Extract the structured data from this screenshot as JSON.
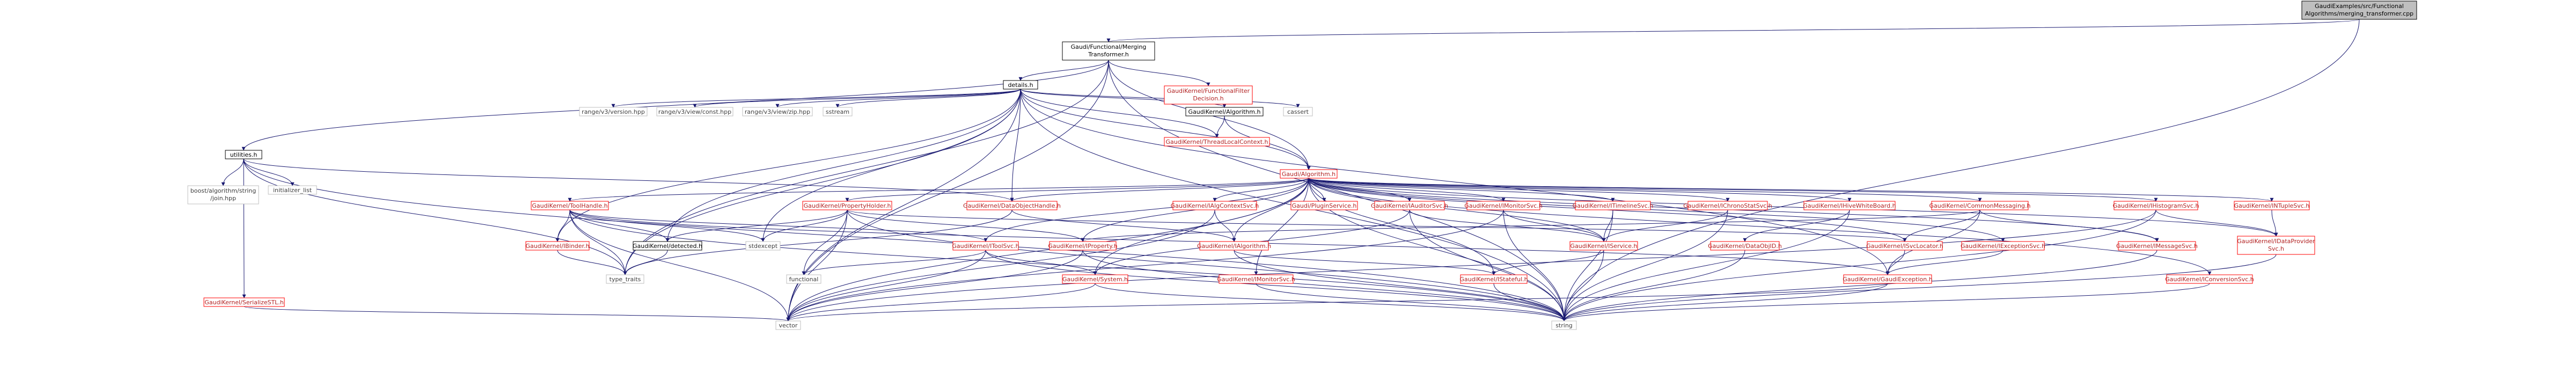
{
  "colors": {
    "edge": "#191970",
    "root_fill": "#bfbfbf",
    "root_border": "#000000",
    "normal_border": "#000000",
    "normal_text": "#000000",
    "undoc_border": "#ff0000",
    "undoc_text": "#b22222",
    "external_border": "#bfbfbf",
    "external_text": "#404040"
  },
  "nodes": [
    {
      "id": "root",
      "kind": "root",
      "lines": [
        "GaudiExamples/src/Functional",
        "Algorithms/merging_transformer.cpp"
      ]
    },
    {
      "id": "merging",
      "kind": "normal",
      "lines": [
        "Gaudi/Functional/Merging",
        "Transformer.h"
      ]
    },
    {
      "id": "details",
      "kind": "normal",
      "lines": [
        "details.h"
      ]
    },
    {
      "id": "filterdecision",
      "kind": "undoc",
      "lines": [
        "GaudiKernel/FunctionalFilter",
        "Decision.h"
      ]
    },
    {
      "id": "utilities",
      "kind": "normal",
      "lines": [
        "utilities.h"
      ]
    },
    {
      "id": "algorithm_h",
      "kind": "normal",
      "lines": [
        "GaudiKernel/Algorithm.h"
      ]
    },
    {
      "id": "cassert",
      "kind": "external",
      "lines": [
        "cassert"
      ]
    },
    {
      "id": "rv3version",
      "kind": "external",
      "lines": [
        "range/v3/version.hpp"
      ]
    },
    {
      "id": "rv3const",
      "kind": "external",
      "lines": [
        "range/v3/view/const.hpp"
      ]
    },
    {
      "id": "rv3zip",
      "kind": "external",
      "lines": [
        "range/v3/view/zip.hpp"
      ]
    },
    {
      "id": "sstream",
      "kind": "external",
      "lines": [
        "sstream"
      ]
    },
    {
      "id": "threadlocal",
      "kind": "undoc",
      "lines": [
        "GaudiKernel/ThreadLocalContext.h"
      ]
    },
    {
      "id": "gaudi_algorithm",
      "kind": "undoc",
      "lines": [
        "Gaudi/Algorithm.h"
      ]
    },
    {
      "id": "boost_string",
      "kind": "external",
      "lines": [
        "boost/algorithm/string",
        "/join.hpp"
      ]
    },
    {
      "id": "init_list",
      "kind": "external",
      "lines": [
        "initializer_list"
      ]
    },
    {
      "id": "serializestl",
      "kind": "undoc",
      "lines": [
        "GaudiKernel/SerializeSTL.h"
      ]
    },
    {
      "id": "toolhandle",
      "kind": "undoc",
      "lines": [
        "GaudiKernel/ToolHandle.h"
      ]
    },
    {
      "id": "propertyholder",
      "kind": "undoc",
      "lines": [
        "GaudiKernel/PropertyHolder.h"
      ]
    },
    {
      "id": "dataobjhandle",
      "kind": "undoc",
      "lines": [
        "GaudiKernel/DataObjectHandle.h"
      ]
    },
    {
      "id": "ialgcontextsvc",
      "kind": "undoc",
      "lines": [
        "GaudiKernel/IAlgContextSvc.h"
      ]
    },
    {
      "id": "ipluginservice",
      "kind": "undoc",
      "lines": [
        "Gaudi/PluginService.h"
      ]
    },
    {
      "id": "iauditorsvc",
      "kind": "undoc",
      "lines": [
        "GaudiKernel/IAuditorSvc.h"
      ]
    },
    {
      "id": "iaidamonitor",
      "kind": "undoc",
      "lines": [
        "GaudiKernel/IMonitorSvc.h"
      ]
    },
    {
      "id": "itimelinesvc",
      "kind": "undoc",
      "lines": [
        "GaudiKernel/ITimelineSvc.h"
      ]
    },
    {
      "id": "ichronostat",
      "kind": "undoc",
      "lines": [
        "GaudiKernel/IChronoStatSvc.h"
      ]
    },
    {
      "id": "ihivewhiteboard",
      "kind": "undoc",
      "lines": [
        "GaudiKernel/IHiveWhiteBoard.h"
      ]
    },
    {
      "id": "commonmessaging",
      "kind": "undoc",
      "lines": [
        "GaudiKernel/CommonMessaging.h"
      ]
    },
    {
      "id": "ihistogramsvc",
      "kind": "undoc",
      "lines": [
        "GaudiKernel/IHistogramSvc.h"
      ]
    },
    {
      "id": "intuplesvc",
      "kind": "undoc",
      "lines": [
        "GaudiKernel/INTupleSvc.h"
      ]
    },
    {
      "id": "ibinder",
      "kind": "undoc",
      "lines": [
        "GaudiKernel/IBinder.h"
      ]
    },
    {
      "id": "detected",
      "kind": "normal",
      "lines": [
        "GaudiKernel/detected.h"
      ]
    },
    {
      "id": "itoolsvc",
      "kind": "undoc",
      "lines": [
        "GaudiKernel/IToolSvc.h"
      ]
    },
    {
      "id": "iproperty",
      "kind": "undoc",
      "lines": [
        "GaudiKernel/IProperty.h"
      ]
    },
    {
      "id": "ialgorithm",
      "kind": "undoc",
      "lines": [
        "GaudiKernel/IAlgorithm.h"
      ]
    },
    {
      "id": "iservice",
      "kind": "undoc",
      "lines": [
        "GaudiKernel/IService.h"
      ]
    },
    {
      "id": "dataobjid",
      "kind": "undoc",
      "lines": [
        "GaudiKernel/DataObjID.h"
      ]
    },
    {
      "id": "isvclocator",
      "kind": "undoc",
      "lines": [
        "GaudiKernel/ISvcLocator.h"
      ]
    },
    {
      "id": "iexceptionsvc",
      "kind": "undoc",
      "lines": [
        "GaudiKernel/IExceptionSvc.h"
      ]
    },
    {
      "id": "imessagesvc",
      "kind": "undoc",
      "lines": [
        "GaudiKernel/IMessageSvc.h"
      ]
    },
    {
      "id": "idataprovider",
      "kind": "undoc",
      "lines": [
        "GaudiKernel/IDataProvider",
        "Svc.h"
      ]
    },
    {
      "id": "stdexcept",
      "kind": "external",
      "lines": [
        "stdexcept"
      ]
    },
    {
      "id": "type_traits",
      "kind": "external",
      "lines": [
        "type_traits"
      ]
    },
    {
      "id": "functional",
      "kind": "external",
      "lines": [
        "functional"
      ]
    },
    {
      "id": "isystem",
      "kind": "undoc",
      "lines": [
        "GaudiKernel/System.h"
      ]
    },
    {
      "id": "imonitorsvc",
      "kind": "undoc",
      "lines": [
        "GaudiKernel/IMonitorSvc.h"
      ]
    },
    {
      "id": "istateful",
      "kind": "undoc",
      "lines": [
        "GaudiKernel/IStateful.h"
      ]
    },
    {
      "id": "gaudiexception",
      "kind": "undoc",
      "lines": [
        "GaudiKernel/GaudiException.h"
      ]
    },
    {
      "id": "iconversionsvc",
      "kind": "undoc",
      "lines": [
        "GaudiKernel/IConversionSvc.h"
      ]
    },
    {
      "id": "vector",
      "kind": "external",
      "lines": [
        "vector"
      ]
    },
    {
      "id": "string",
      "kind": "external",
      "lines": [
        "string"
      ]
    }
  ],
  "edges": [
    [
      "root",
      "merging"
    ],
    [
      "root",
      "string"
    ],
    [
      "merging",
      "details"
    ],
    [
      "merging",
      "filterdecision"
    ],
    [
      "merging",
      "utilities"
    ],
    [
      "merging",
      "gaudi_algorithm"
    ],
    [
      "merging",
      "type_traits"
    ],
    [
      "merging",
      "vector"
    ],
    [
      "merging",
      "string"
    ],
    [
      "details",
      "algorithm_h"
    ],
    [
      "details",
      "cassert"
    ],
    [
      "details",
      "rv3version"
    ],
    [
      "details",
      "rv3const"
    ],
    [
      "details",
      "rv3zip"
    ],
    [
      "details",
      "sstream"
    ],
    [
      "details",
      "threadlocal"
    ],
    [
      "details",
      "gaudi_algorithm"
    ],
    [
      "details",
      "ibinder"
    ],
    [
      "details",
      "detected"
    ],
    [
      "details",
      "dataobjhandle"
    ],
    [
      "details",
      "stdexcept"
    ],
    [
      "details",
      "type_traits"
    ],
    [
      "details",
      "vector"
    ],
    [
      "details",
      "gaudiexception"
    ],
    [
      "details",
      "string"
    ],
    [
      "algorithm_h",
      "threadlocal"
    ],
    [
      "algorithm_h",
      "gaudi_algorithm"
    ],
    [
      "utilities",
      "boost_string"
    ],
    [
      "utilities",
      "init_list"
    ],
    [
      "utilities",
      "serializestl"
    ],
    [
      "utilities",
      "dataobjhandle"
    ],
    [
      "utilities",
      "string"
    ],
    [
      "utilities",
      "type_traits"
    ],
    [
      "serializestl",
      "vector"
    ],
    [
      "gaudi_algorithm",
      "toolhandle"
    ],
    [
      "gaudi_algorithm",
      "propertyholder"
    ],
    [
      "gaudi_algorithm",
      "dataobjhandle"
    ],
    [
      "gaudi_algorithm",
      "ialgcontextsvc"
    ],
    [
      "gaudi_algorithm",
      "ipluginservice"
    ],
    [
      "gaudi_algorithm",
      "iauditorsvc"
    ],
    [
      "gaudi_algorithm",
      "iaidamonitor"
    ],
    [
      "gaudi_algorithm",
      "itimelinesvc"
    ],
    [
      "gaudi_algorithm",
      "ichronostat"
    ],
    [
      "gaudi_algorithm",
      "ihivewhiteboard"
    ],
    [
      "gaudi_algorithm",
      "commonmessaging"
    ],
    [
      "gaudi_algorithm",
      "ihistogramsvc"
    ],
    [
      "gaudi_algorithm",
      "intuplesvc"
    ],
    [
      "gaudi_algorithm",
      "itoolsvc"
    ],
    [
      "gaudi_algorithm",
      "iproperty"
    ],
    [
      "gaudi_algorithm",
      "ialgorithm"
    ],
    [
      "gaudi_algorithm",
      "iservice"
    ],
    [
      "gaudi_algorithm",
      "isvclocator"
    ],
    [
      "gaudi_algorithm",
      "iexceptionsvc"
    ],
    [
      "gaudi_algorithm",
      "imessagesvc"
    ],
    [
      "gaudi_algorithm",
      "idataprovider"
    ],
    [
      "gaudi_algorithm",
      "iconversionsvc"
    ],
    [
      "gaudi_algorithm",
      "imonitorsvc"
    ],
    [
      "gaudi_algorithm",
      "istateful"
    ],
    [
      "gaudi_algorithm",
      "isystem"
    ],
    [
      "gaudi_algorithm",
      "vector"
    ],
    [
      "gaudi_algorithm",
      "string"
    ],
    [
      "toolhandle",
      "ibinder"
    ],
    [
      "toolhandle",
      "detected"
    ],
    [
      "toolhandle",
      "itoolsvc"
    ],
    [
      "toolhandle",
      "stdexcept"
    ],
    [
      "toolhandle",
      "type_traits"
    ],
    [
      "toolhandle",
      "vector"
    ],
    [
      "toolhandle",
      "string"
    ],
    [
      "toolhandle",
      "gaudiexception"
    ],
    [
      "propertyholder",
      "iproperty"
    ],
    [
      "propertyholder",
      "detected"
    ],
    [
      "propertyholder",
      "stdexcept"
    ],
    [
      "propertyholder",
      "functional"
    ],
    [
      "propertyholder",
      "vector"
    ],
    [
      "propertyholder",
      "string"
    ],
    [
      "propertyholder",
      "isvclocator"
    ],
    [
      "dataobjhandle",
      "ialgorithm"
    ],
    [
      "dataobjhandle",
      "type_traits"
    ],
    [
      "ialgcontextsvc",
      "ialgorithm"
    ],
    [
      "ialgcontextsvc",
      "vector"
    ],
    [
      "iauditorsvc",
      "iservice"
    ],
    [
      "iauditorsvc",
      "isystem"
    ],
    [
      "iauditorsvc",
      "string"
    ],
    [
      "iaidamonitor",
      "iservice"
    ],
    [
      "iaidamonitor",
      "string"
    ],
    [
      "iaidamonitor",
      "vector"
    ],
    [
      "itimelinesvc",
      "iservice"
    ],
    [
      "itimelinesvc",
      "string"
    ],
    [
      "ichronostat",
      "iservice"
    ],
    [
      "ichronostat",
      "string"
    ],
    [
      "ihivewhiteboard",
      "dataobjid"
    ],
    [
      "ihivewhiteboard",
      "string"
    ],
    [
      "commonmessaging",
      "imessagesvc"
    ],
    [
      "commonmessaging",
      "isvclocator"
    ],
    [
      "commonmessaging",
      "gaudiexception"
    ],
    [
      "commonmessaging",
      "iproperty"
    ],
    [
      "ihistogramsvc",
      "idataprovider"
    ],
    [
      "ihistogramsvc",
      "string"
    ],
    [
      "ihistogramsvc",
      "vector"
    ],
    [
      "intuplesvc",
      "idataprovider"
    ],
    [
      "ibinder",
      "type_traits"
    ],
    [
      "detected",
      "type_traits"
    ],
    [
      "itoolsvc",
      "functional"
    ],
    [
      "itoolsvc",
      "isystem"
    ],
    [
      "itoolsvc",
      "string"
    ],
    [
      "itoolsvc",
      "vector"
    ],
    [
      "iproperty",
      "string"
    ],
    [
      "iproperty",
      "vector"
    ],
    [
      "ialgorithm",
      "istateful"
    ],
    [
      "ialgorithm",
      "string"
    ],
    [
      "iservice",
      "istateful"
    ],
    [
      "iservice",
      "string"
    ],
    [
      "dataobjid",
      "string"
    ],
    [
      "isvclocator",
      "gaudiexception"
    ],
    [
      "iexceptionsvc",
      "gaudiexception"
    ],
    [
      "imessagesvc",
      "string"
    ],
    [
      "idataprovider",
      "string"
    ],
    [
      "isystem",
      "string"
    ],
    [
      "isystem",
      "vector"
    ],
    [
      "imonitorsvc",
      "string"
    ],
    [
      "istateful",
      "string"
    ],
    [
      "gaudiexception",
      "string"
    ],
    [
      "gaudiexception",
      "vector"
    ],
    [
      "iconversionsvc",
      "string"
    ]
  ]
}
